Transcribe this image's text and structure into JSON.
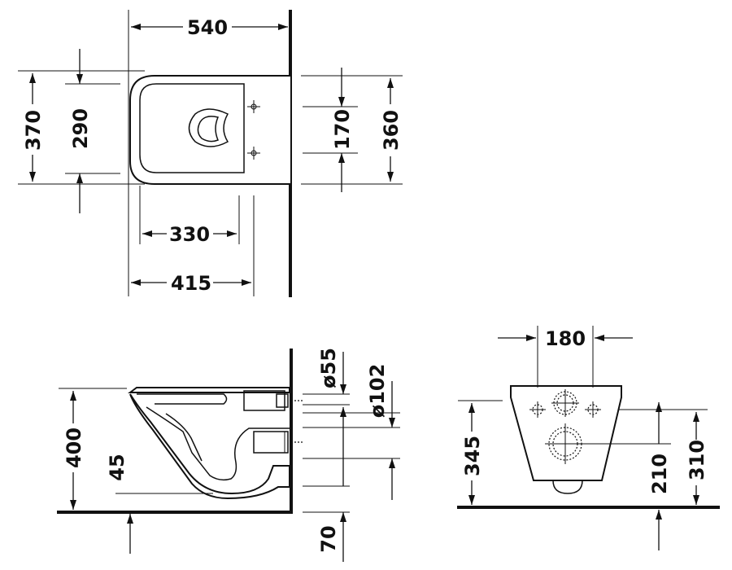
{
  "top_view": {
    "width_total": "540",
    "depth_outer": "370",
    "depth_inner": "290",
    "bolt_spacing": "170",
    "depth_right": "360",
    "bowl_width": "330",
    "rim_to_holes": "415"
  },
  "side_view": {
    "outlet_diameter": "ø55",
    "waste_diameter": "ø102",
    "rim_height": "400",
    "trap_height": "45",
    "floor_offset": "70"
  },
  "rear_view": {
    "bolt_span": "180",
    "overall_height": "345",
    "waste_height": "210",
    "bolt_height": "310"
  }
}
